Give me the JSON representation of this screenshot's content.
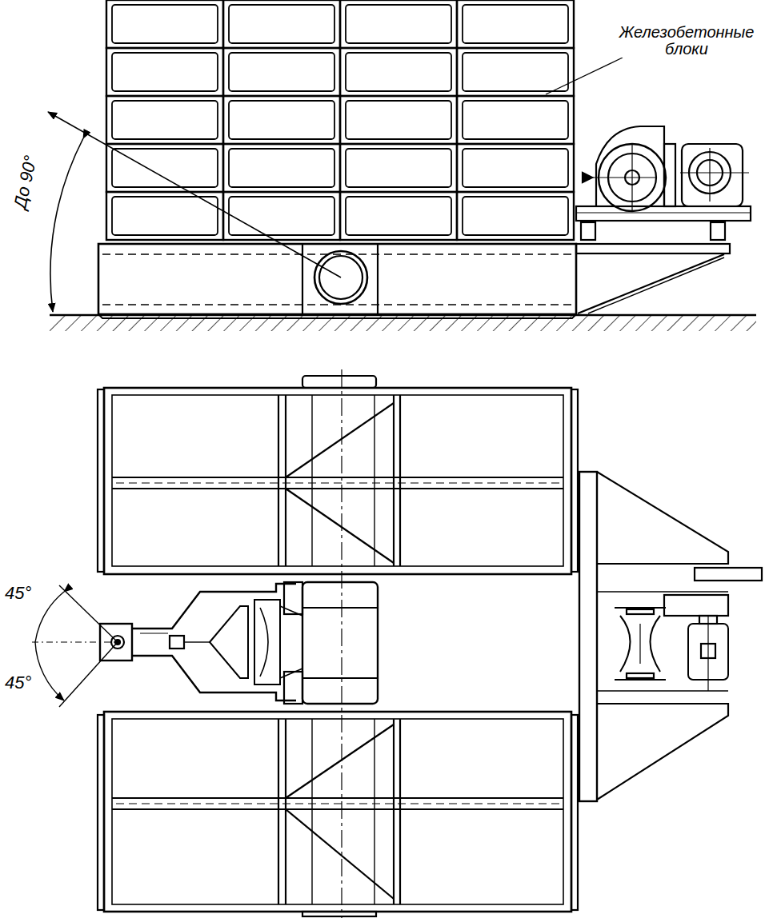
{
  "diagram": {
    "labels": [
      "Железобетонные блоки",
      "До 90°",
      "45°",
      "45°"
    ]
  }
}
